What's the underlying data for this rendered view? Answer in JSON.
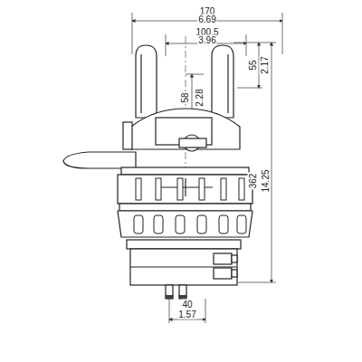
{
  "diagram": {
    "labels": [
      "170",
      "6.69",
      "100.5",
      "3.96",
      "55",
      "2.17",
      "58",
      "2.28",
      "362",
      "14.25",
      "40",
      "1.57"
    ]
  }
}
